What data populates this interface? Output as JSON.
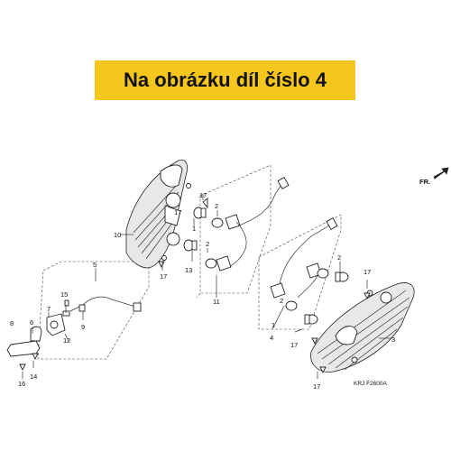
{
  "banner": {
    "text": "Na obrázku díl číslo 4",
    "background": "#f5c61d"
  },
  "direction_label": "FR.",
  "diagram_code": "KRJ F2600A",
  "callouts": [
    "1",
    "2",
    "3",
    "4",
    "5",
    "6",
    "7",
    "8",
    "9",
    "10",
    "11",
    "12",
    "13",
    "14",
    "15",
    "16",
    "17"
  ]
}
